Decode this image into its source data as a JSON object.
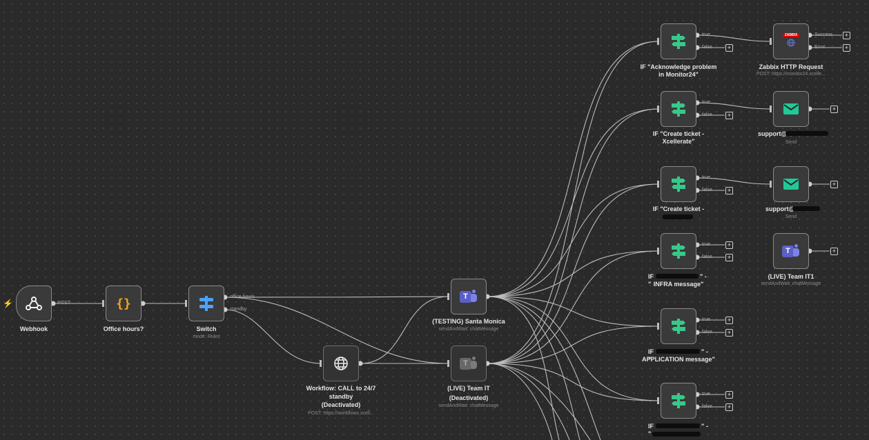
{
  "workflow": {
    "nodes": {
      "webhook": {
        "label": "Webhook",
        "icon": "webhook-icon",
        "out_label": "POST"
      },
      "office_hours": {
        "label": "Office hours?",
        "icon": "braces-icon",
        "glyph": "{}"
      },
      "switch": {
        "label": "Switch",
        "sub": "mode: Rules",
        "out1": "office hours",
        "out2": "standby",
        "icon": "switch-icon"
      },
      "workflow_call": {
        "label1": "Workflow: CALL to 24/7",
        "label2": "standby",
        "label3": "(Deactivated)",
        "sub": "POST: https://workflows.xcell...",
        "icon": "globe-icon"
      },
      "teams_testing": {
        "label": "(TESTING) Santa Monica",
        "sub": "sendAndWait: chatMessage",
        "icon": "teams-icon"
      },
      "teams_live": {
        "label1": "(LIVE) Team IT",
        "label2": "(Deactivated)",
        "sub": "sendAndWait: chatMessage",
        "icon": "teams-icon"
      },
      "if_ack": {
        "label1": "IF \"Acknowledge problem",
        "label2": "in Monitor24\""
      },
      "if_create1": {
        "label1": "IF \"Create ticket -",
        "label2": "Xcellerate\""
      },
      "if_create2": {
        "label1": "IF \"Create ticket -"
      },
      "if_infra": {
        "label1": "IF \"",
        "label1b": "\" -",
        "label2": "INFRA message\""
      },
      "if_app": {
        "label1": "IF \"",
        "label1b": "\" -",
        "label2": "APPLICATION message\""
      },
      "if_last": {
        "label1": "IF \"",
        "label1b": "\" -"
      },
      "zabbix": {
        "label": "Zabbix HTTP Request",
        "sub": "POST: https://monitor24.xcelle...",
        "out1": "Success",
        "out2": "Error",
        "badge": "ZABBIX"
      },
      "email1": {
        "label": "support@",
        "sub": "Send",
        "icon": "envelope-icon"
      },
      "email2": {
        "label": "support@",
        "sub": "Send",
        "icon": "envelope-icon"
      },
      "teams_it1": {
        "label": "(LIVE) Team IT1",
        "sub": "sendAndWait: chatMessage",
        "icon": "teams-icon"
      }
    },
    "if_outputs": {
      "true": "true",
      "false": "false"
    },
    "plus": "+"
  },
  "colors": {
    "canvas": "#2a2a2a",
    "node_bg": "#3a3a3a",
    "if_icon": "#35c98a",
    "switch_icon": "#4aa3ff",
    "email": "#20c997",
    "teams": "#5b5fc7",
    "code": "#f5a623",
    "trigger": "#e2653a",
    "edge": "#b9b9b9"
  }
}
